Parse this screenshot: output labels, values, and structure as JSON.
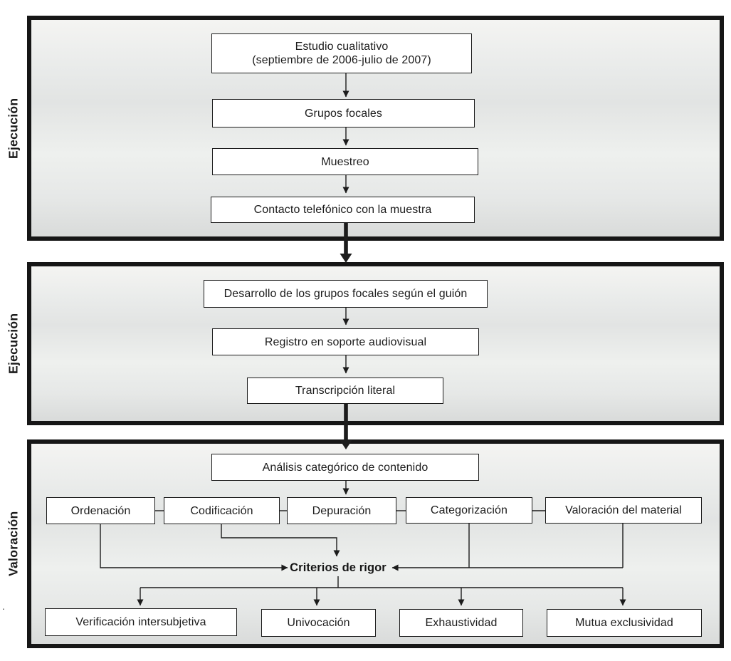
{
  "figure": {
    "type": "flowchart",
    "stray_mark": ".",
    "colors": {
      "panel_border": "#161616",
      "box_border": "#1b1b1b",
      "box_background": "#ffffff",
      "panel_background_top": "#f4f4f2",
      "panel_background_bottom": "#d9dbda",
      "arrow": "#1c1c1c",
      "text": "#1c1c1c"
    }
  },
  "panel1": {
    "side_label": "Ejecución",
    "box1_line1": "Estudio cualitativo",
    "box1_line2": "(septiembre de 2006-julio de 2007)",
    "box2": "Grupos focales",
    "box3": "Muestreo",
    "box4": "Contacto telefónico con la muestra"
  },
  "panel2": {
    "side_label": "Ejecución",
    "box1": "Desarrollo de los grupos focales según el guión",
    "box2": "Registro en soporte audiovisual",
    "box3": "Transcripción literal"
  },
  "panel3": {
    "side_label": "Valoración",
    "box_analysis": "Análisis categórico de contenido",
    "process_row": [
      "Ordenación",
      "Codificación",
      "Depuración",
      "Categorización",
      "Valoración del material"
    ],
    "criteria_label": "Criterios de rigor",
    "criteria_row": [
      "Verificación intersubjetiva",
      "Univocación",
      "Exhaustividad",
      "Mutua exclusividad"
    ]
  }
}
